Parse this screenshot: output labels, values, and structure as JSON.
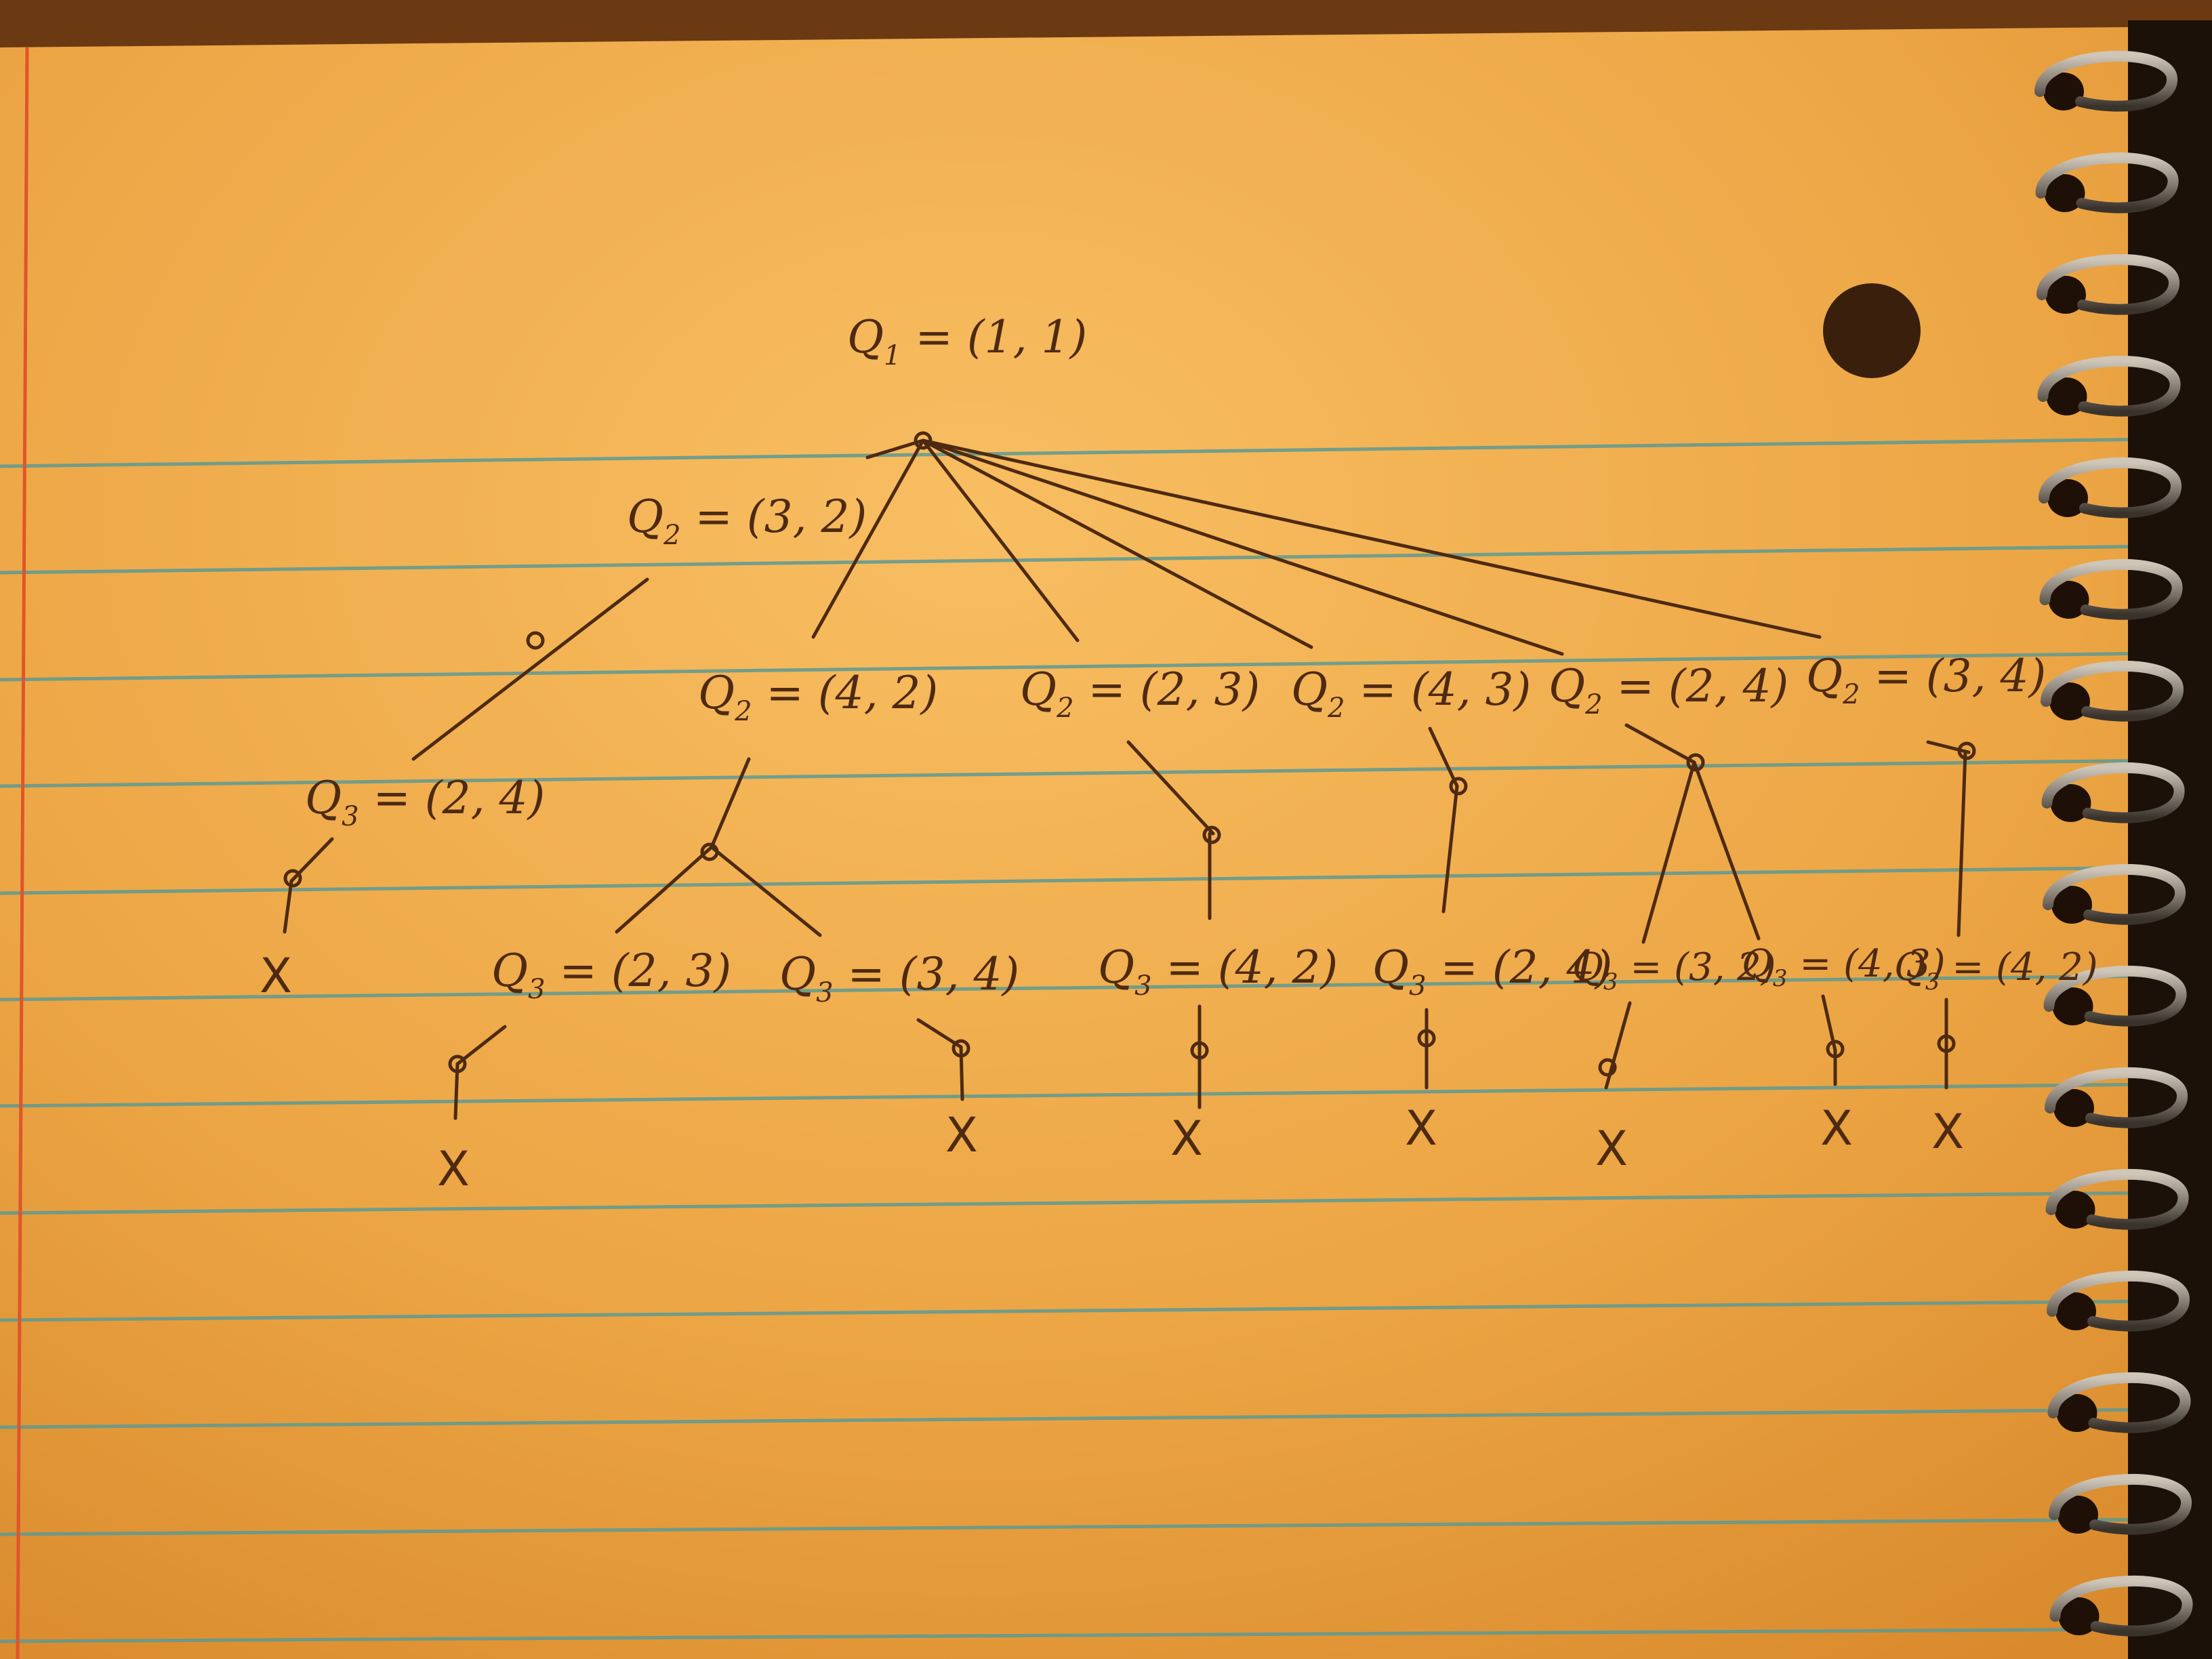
{
  "tree": {
    "root": {
      "q": "Q",
      "sub": "1",
      "value": "= (1, 1)"
    },
    "level2": [
      {
        "q": "Q",
        "sub": "2",
        "value": "= (3, 2)"
      },
      {
        "q": "Q",
        "sub": "2",
        "value": "= (4, 2)"
      },
      {
        "q": "Q",
        "sub": "2",
        "value": "= (2, 3)"
      },
      {
        "q": "Q",
        "sub": "2",
        "value": "= (4, 3)"
      },
      {
        "q": "Q",
        "sub": "2",
        "value": "= (2, 4)"
      },
      {
        "q": "Q",
        "sub": "2",
        "value": "= (3, 4)"
      }
    ],
    "level3": [
      {
        "q": "Q",
        "sub": "3",
        "value": "= (2, 4)"
      },
      {
        "q": "Q",
        "sub": "3",
        "value": "= (2, 3)"
      },
      {
        "q": "Q",
        "sub": "3",
        "value": "= (3, 4)"
      },
      {
        "q": "Q",
        "sub": "3",
        "value": "= (4, 2)"
      },
      {
        "q": "Q",
        "sub": "3",
        "value": "= (2, 4)"
      },
      {
        "q": "Q",
        "sub": "3",
        "value": "= (3, 2)"
      },
      {
        "q": "Q",
        "sub": "3",
        "value": "= (4, 3)"
      },
      {
        "q": "Q",
        "sub": "3",
        "value": "= (4, 2)"
      }
    ],
    "leaf_mark": "X"
  },
  "colors": {
    "paper": "#f0a948",
    "paper_light": "#f7bd62",
    "rule_line": "#5c9a95",
    "margin_line": "#e0552a",
    "ink": "#4e2a12",
    "spiral": "#8a8278"
  }
}
